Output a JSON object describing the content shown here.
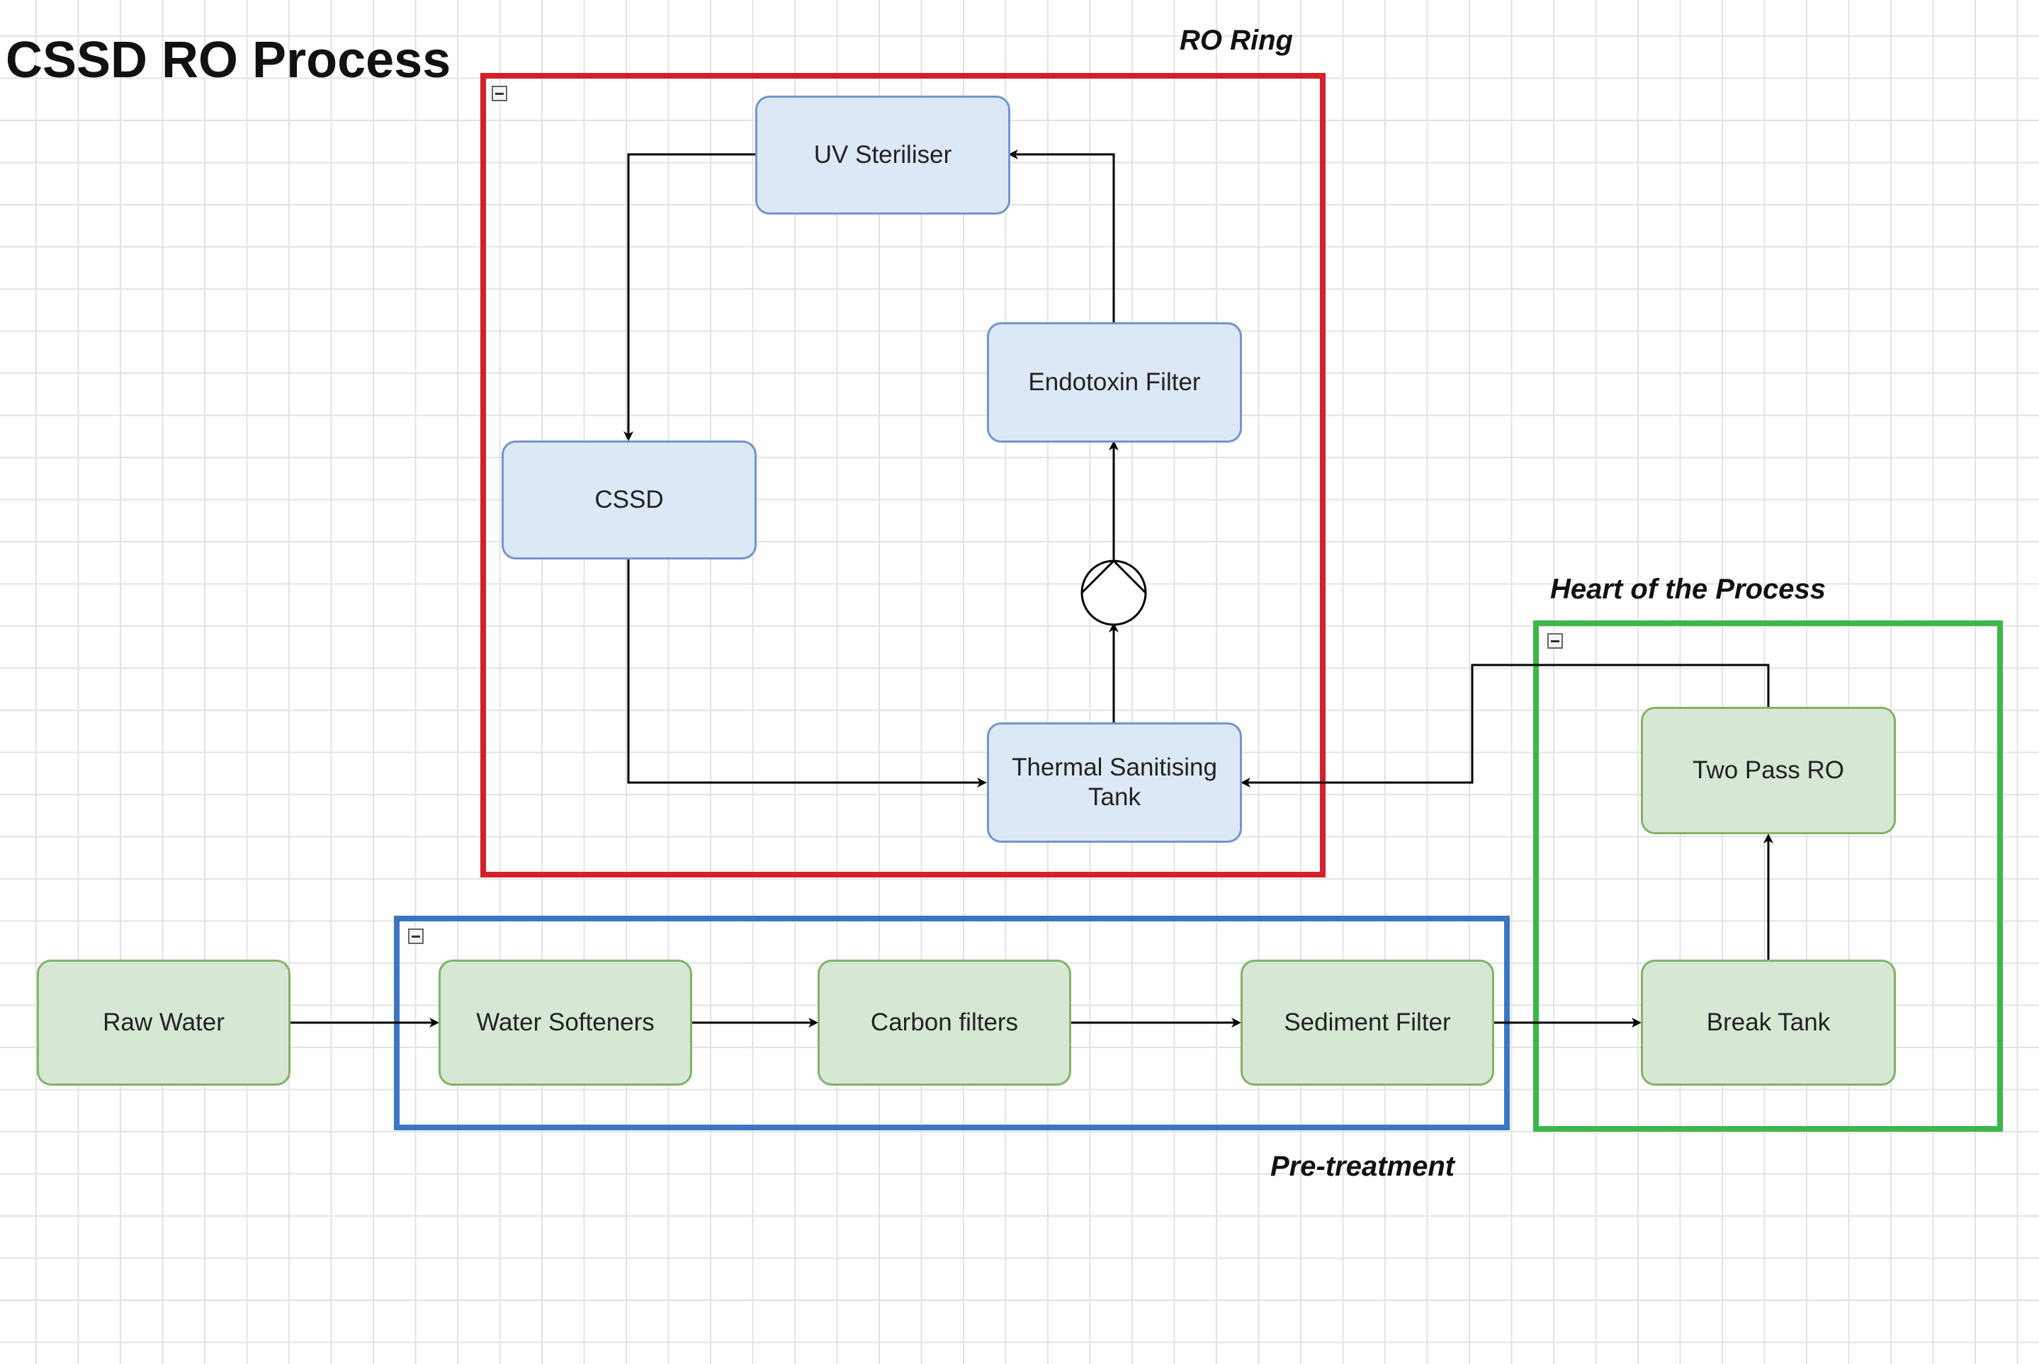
{
  "title": "CSSD RO Process",
  "colors": {
    "ro_ring_border": "#d4202a",
    "pretreatment_border": "#3a76c2",
    "heart_border": "#3db64a",
    "blue_fill": "#dce8f5",
    "blue_stroke": "#7395cc",
    "green_fill": "#d6e8d4",
    "green_stroke": "#82b366",
    "edge": "#000000"
  },
  "groups": {
    "ro_ring": {
      "label": "RO Ring",
      "collapse_icon": "minus-box-icon"
    },
    "pretreatment": {
      "label": "Pre-treatment",
      "collapse_icon": "minus-box-icon"
    },
    "heart": {
      "label": "Heart of the Process",
      "collapse_icon": "minus-box-icon"
    }
  },
  "nodes": {
    "uv_steriliser": {
      "label": "UV Steriliser"
    },
    "endotoxin_filter": {
      "label": "Endotoxin Filter"
    },
    "cssd": {
      "label": "CSSD"
    },
    "thermal_tank": {
      "line1": "Thermal Sanitising",
      "line2": "Tank"
    },
    "two_pass_ro": {
      "label": "Two Pass RO"
    },
    "raw_water": {
      "label": "Raw Water"
    },
    "water_softeners": {
      "label": "Water Softeners"
    },
    "carbon_filters": {
      "label": "Carbon filters"
    },
    "sediment_filter": {
      "label": "Sediment Filter"
    },
    "break_tank": {
      "label": "Break Tank"
    }
  },
  "pump_symbol": "pump-icon"
}
